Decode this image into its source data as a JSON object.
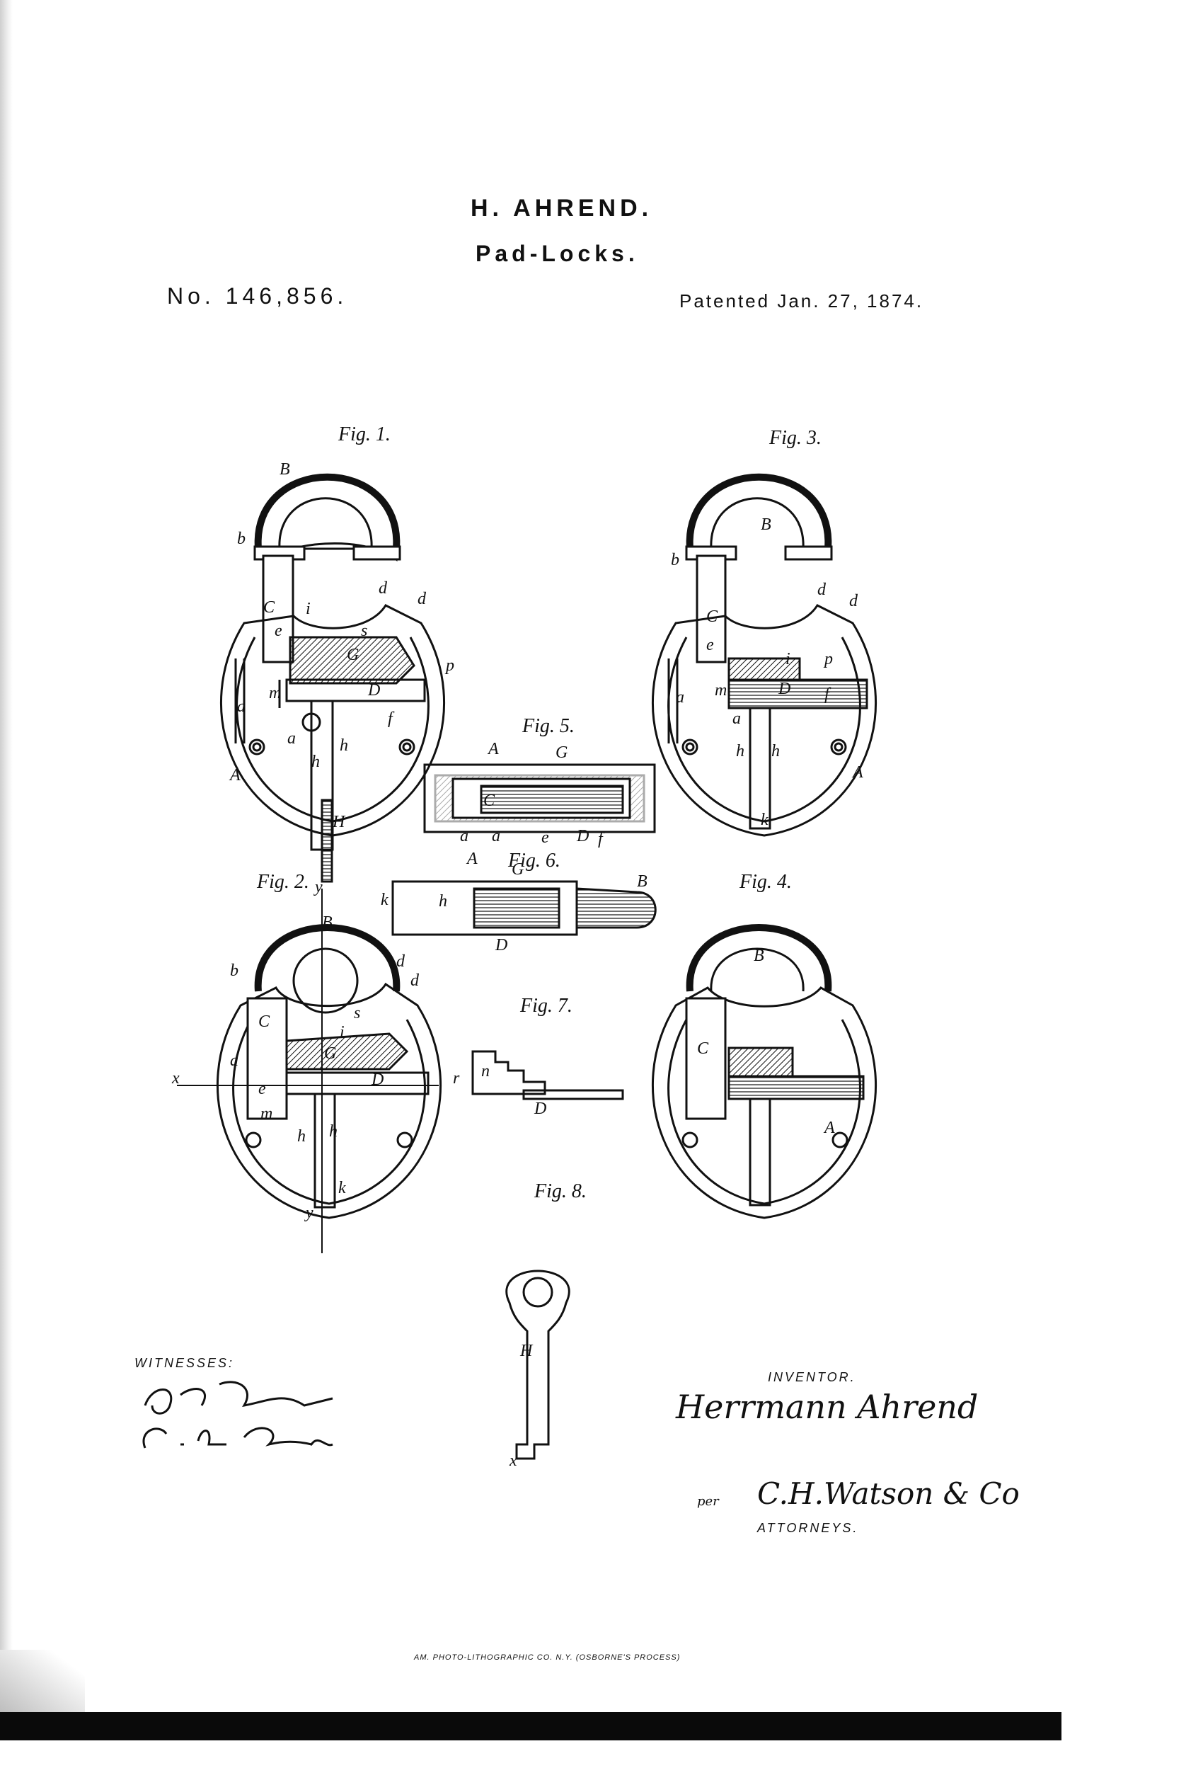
{
  "header": {
    "inventor": "H. AHREND.",
    "title": "Pad-Locks.",
    "number": "No. 146,856.",
    "date": "Patented Jan. 27, 1874."
  },
  "figures": {
    "fig1": "Fig. 1.",
    "fig2": "Fig. 2.",
    "fig3": "Fig. 3.",
    "fig4": "Fig. 4.",
    "fig5": "Fig. 5.",
    "fig6": "Fig. 6.",
    "fig7": "Fig. 7.",
    "fig8": "Fig. 8."
  },
  "letters": {
    "B": "B",
    "b": "b",
    "C": "C",
    "d": "d",
    "e": "e",
    "i": "i",
    "s": "s",
    "G": "G",
    "D": "D",
    "p": "p",
    "f": "f",
    "a": "a",
    "m": "m",
    "n": "n",
    "h": "h",
    "H": "H",
    "A": "A",
    "k": "k",
    "x": "x",
    "y": "y",
    "r": "r"
  },
  "signatures": {
    "witnesses_label": "WITNESSES:",
    "inventor_label": "INVENTOR.",
    "inventor_signature": "Herrmann Ahrend",
    "per": "per",
    "attorney_signature": "C.H.Watson & Co",
    "attorneys_label": "ATTORNEYS."
  },
  "footer": {
    "imprint": "AM. PHOTO-LITHOGRAPHIC CO. N.Y. (OSBORNE'S PROCESS)"
  }
}
